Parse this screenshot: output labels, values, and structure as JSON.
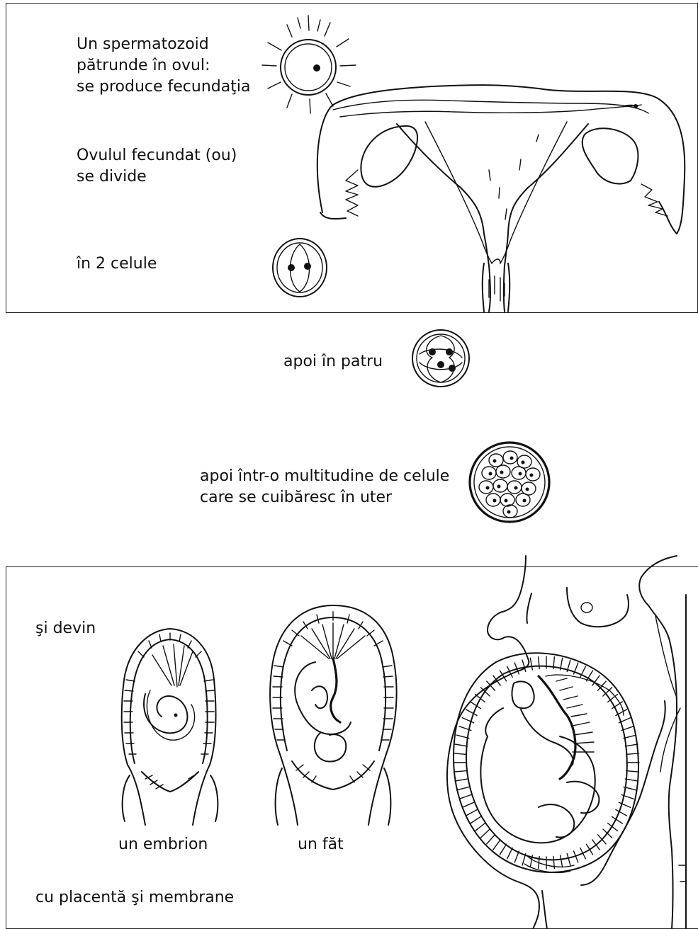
{
  "top_panel": {
    "step_fertilization": "Un spermatozoid\npătrunde în ovul:\nse produce fecundaţia",
    "step_division": "Ovulul fecundat (ou)\nse divide",
    "step_two_cells": "în 2 celule"
  },
  "middle": {
    "step_four_cells": "apoi în patru",
    "step_many_cells": "apoi într-o multitudine de celule\ncare se cuibăresc în uter"
  },
  "bottom_panel": {
    "step_become": "şi devin",
    "embryo_label": "un embrion",
    "fetus_label": "un făt",
    "placenta_caption": "cu placentă şi membrane"
  }
}
